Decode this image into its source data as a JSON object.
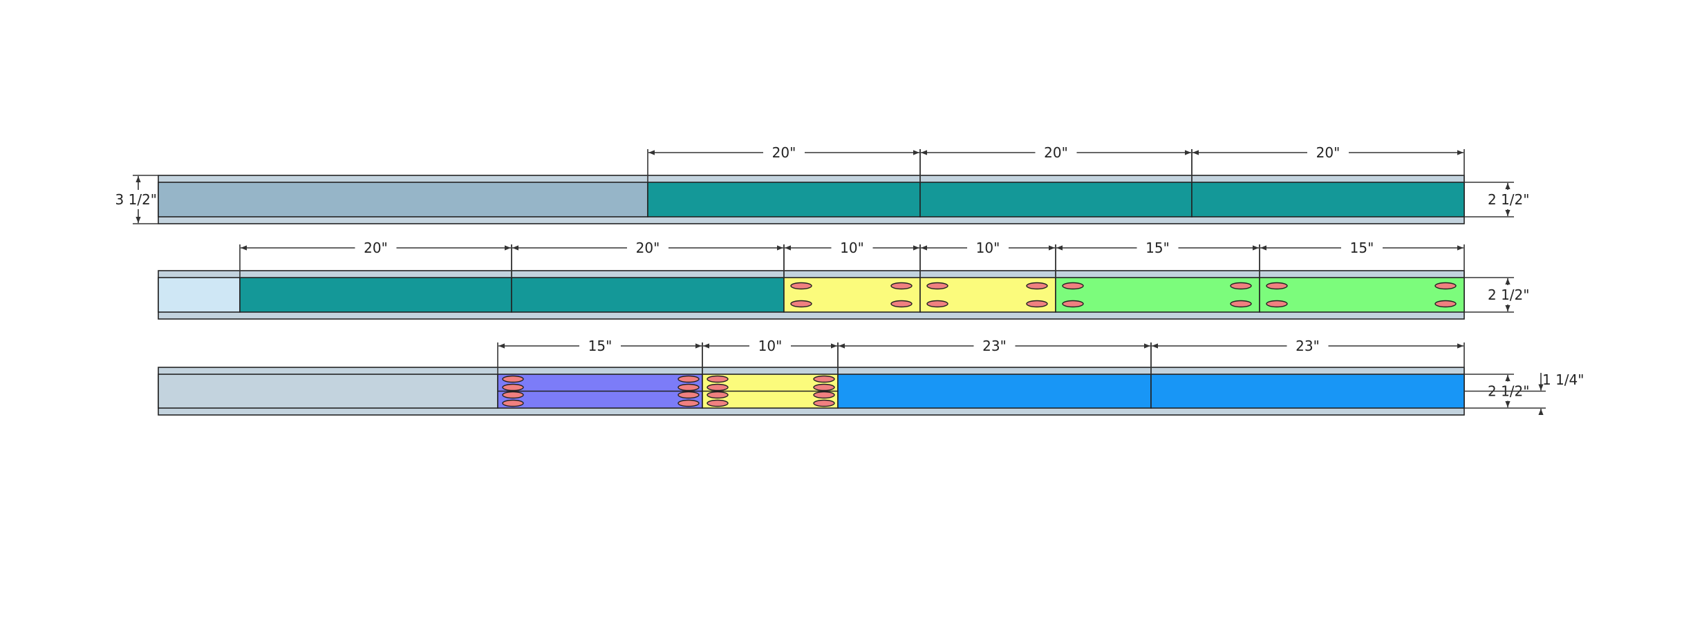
{
  "colors": {
    "board_outer": "#c3d3de",
    "blue_gray": "#96b5c8",
    "light_blue": "#cfe7f5",
    "teal": "#149898",
    "yellow": "#fbfb7c",
    "green": "#7cfc7c",
    "purple": "#7c7cf8",
    "bright_blue": "#1896f6",
    "hole": "#f08080"
  },
  "rows": [
    {
      "id": "row-1",
      "height_label": "3 1/2\"",
      "inner_height_label": "2 1/2\"",
      "segments": [
        {
          "color": "blue_gray",
          "length_label": ""
        },
        {
          "color": "teal",
          "length_label": "20\""
        },
        {
          "color": "teal",
          "length_label": "20\""
        },
        {
          "color": "teal",
          "length_label": "20\""
        }
      ]
    },
    {
      "id": "row-2",
      "inner_height_label": "2 1/2\"",
      "segments": [
        {
          "color": "light_blue",
          "length_label": ""
        },
        {
          "color": "teal",
          "length_label": "20\""
        },
        {
          "color": "teal",
          "length_label": "20\""
        },
        {
          "color": "yellow",
          "length_label": "10\""
        },
        {
          "color": "yellow",
          "length_label": "10\""
        },
        {
          "color": "green",
          "length_label": "15\""
        },
        {
          "color": "green",
          "length_label": "15\""
        }
      ]
    },
    {
      "id": "row-3",
      "inner_height_label": "2 1/2\"",
      "half_height_label": "1 1/4\"",
      "segments": [
        {
          "color": "board_outer",
          "length_label": ""
        },
        {
          "color": "purple",
          "length_label": "15\""
        },
        {
          "color": "yellow",
          "length_label": "10\""
        },
        {
          "color": "bright_blue",
          "length_label": "23\""
        },
        {
          "color": "bright_blue",
          "length_label": "23\""
        }
      ]
    }
  ]
}
